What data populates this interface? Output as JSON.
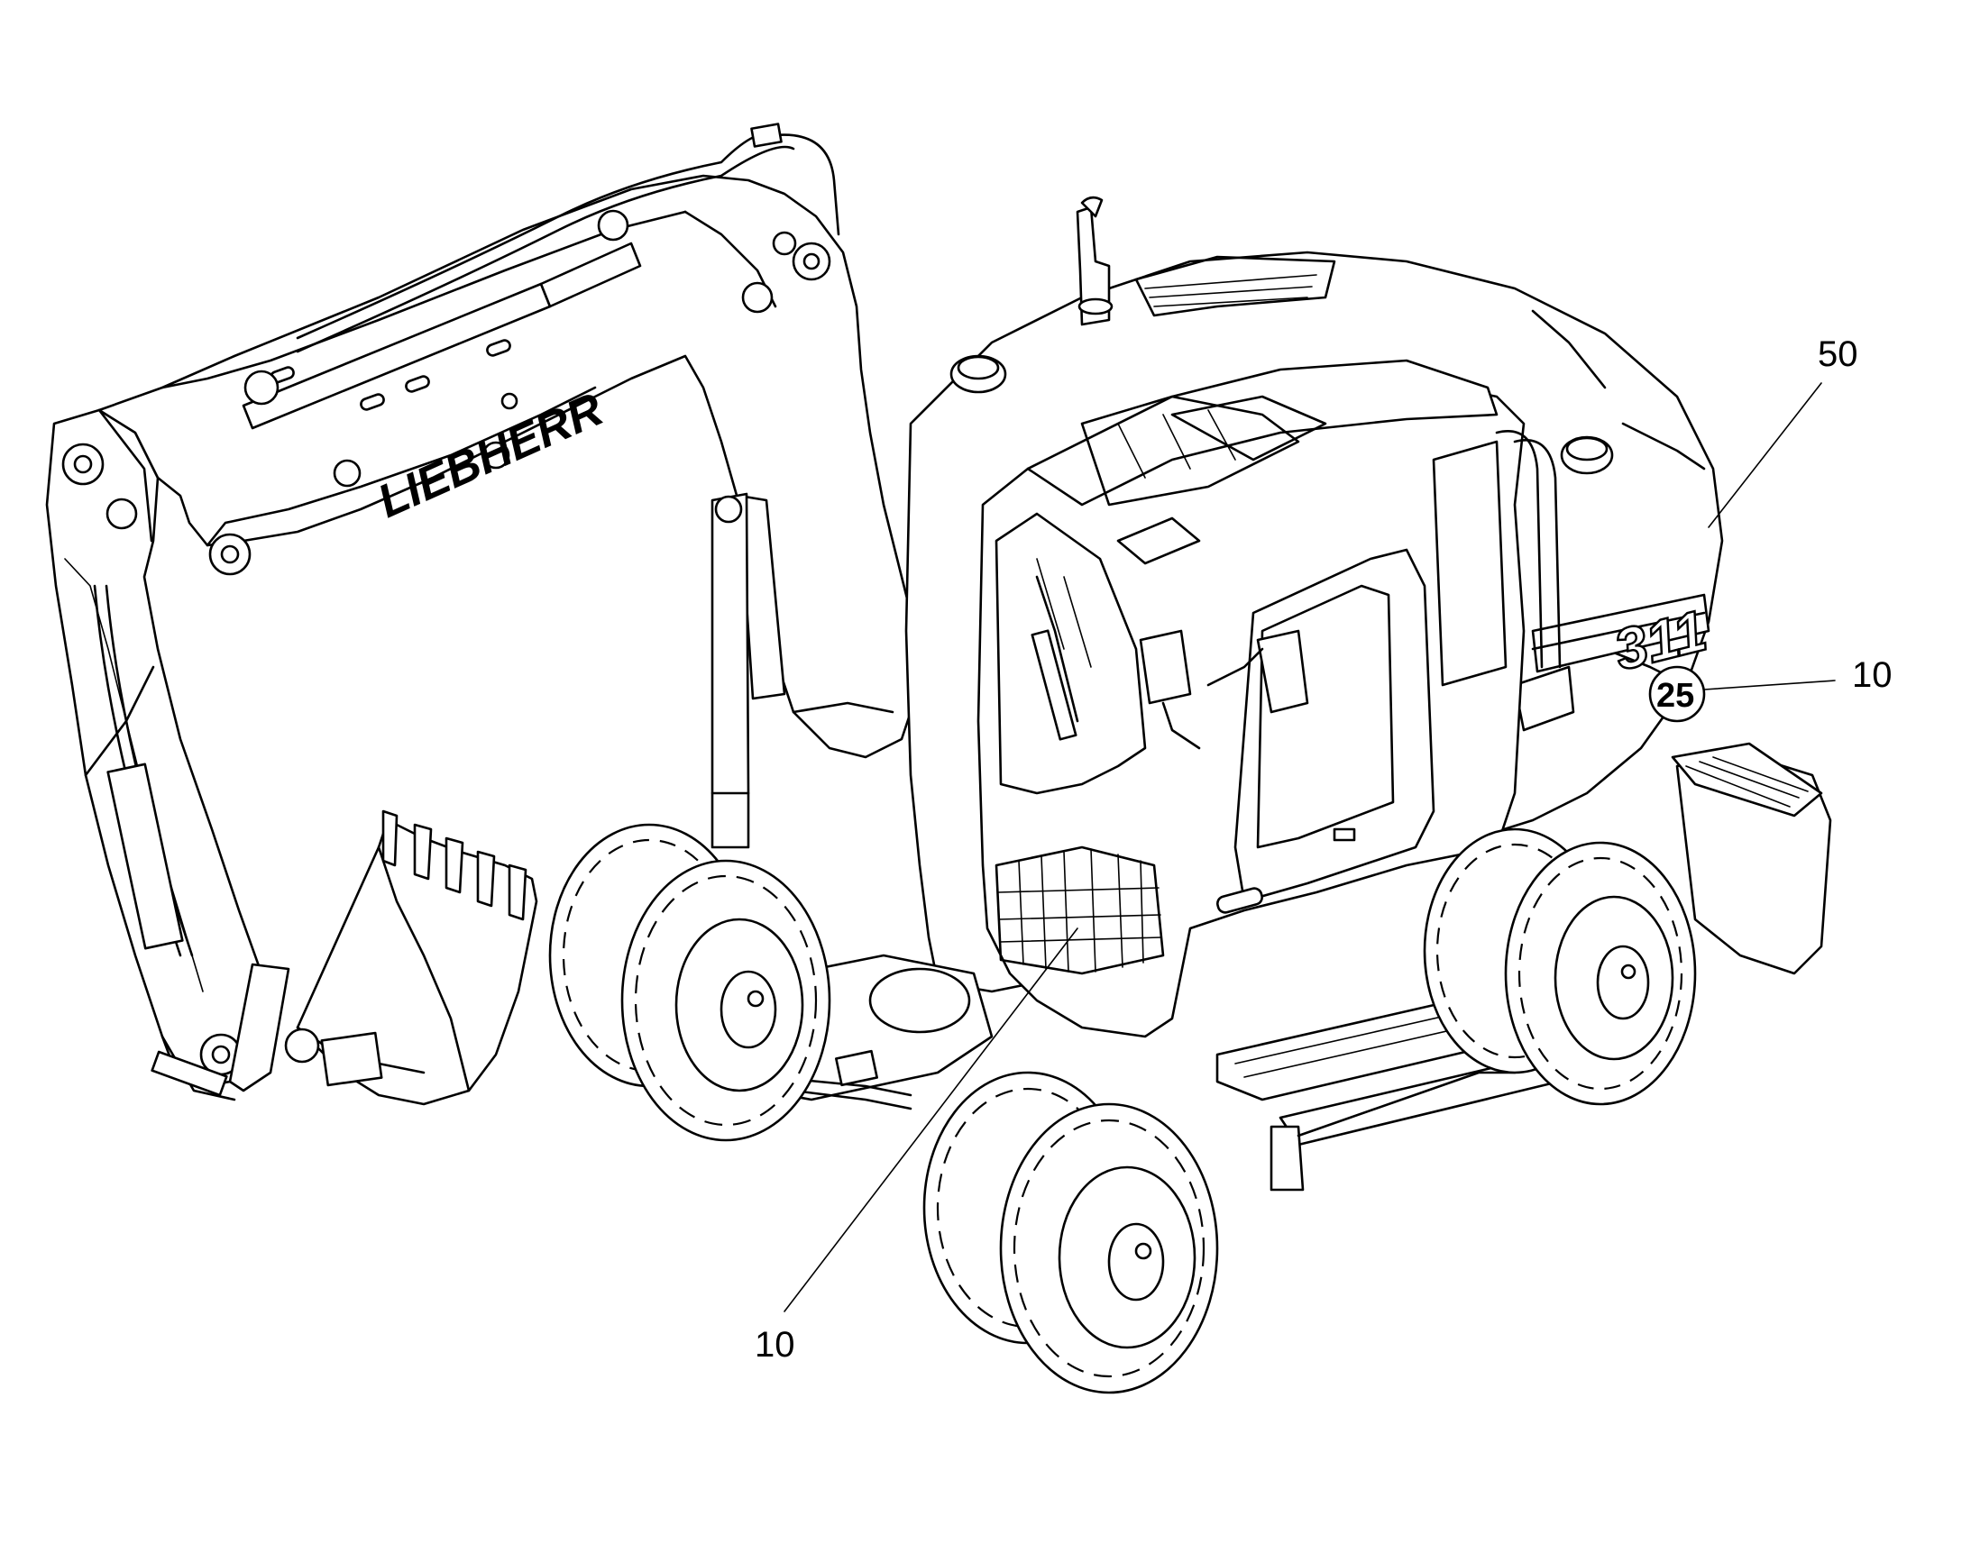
{
  "drawing": {
    "brand_text": "LIEBHERR",
    "model_text": "311",
    "badge_text": "25",
    "callouts": [
      {
        "id": "c50",
        "label": "50"
      },
      {
        "id": "c10a",
        "label": "10"
      },
      {
        "id": "c10b",
        "label": "10"
      }
    ]
  },
  "colors": {
    "line": "#000000",
    "background": "#ffffff"
  }
}
